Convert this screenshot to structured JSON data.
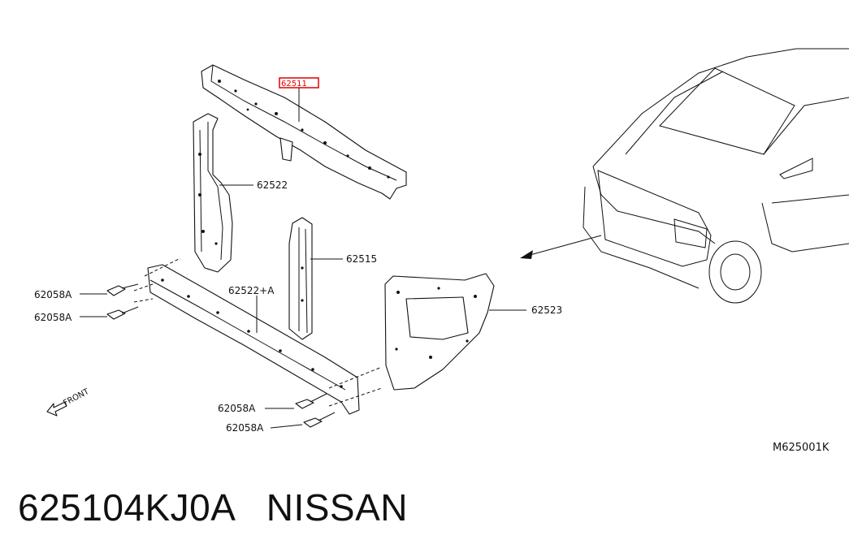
{
  "callouts": {
    "highlighted": "62511",
    "upper_support": "62522",
    "center_stay": "62515",
    "lower_support": "62522+A",
    "side_member": "62523",
    "bolt_1": "62058A",
    "bolt_2": "62058A",
    "bolt_3": "62058A",
    "bolt_4": "62058A"
  },
  "front_label": "FRONT",
  "figure_code": "M625001K",
  "footer": {
    "part_number": "625104KJ0A",
    "brand": "NISSAN"
  },
  "colors": {
    "highlight": "#e00000",
    "ink": "#111111"
  }
}
